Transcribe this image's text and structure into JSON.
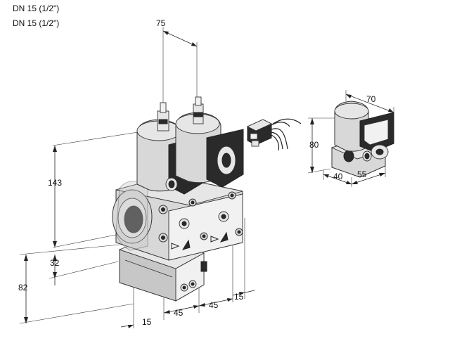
{
  "header": {
    "line1": "DN 15 (1/2\")",
    "line2": "DN 15 (1/2\")"
  },
  "dimensions": {
    "top_width": "75",
    "height_main": "143",
    "height_flange": "32",
    "height_total": "82",
    "bottom_offset": "15",
    "spacing_left": "45",
    "spacing_right": "45",
    "right_offset": "15",
    "module_width": "70",
    "module_height": "80",
    "module_depth": "40",
    "module_length": "55"
  }
}
